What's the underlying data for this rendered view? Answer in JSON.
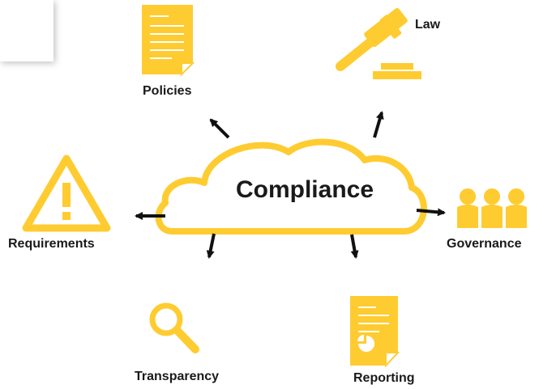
{
  "diagram": {
    "center": "Compliance",
    "nodes": [
      {
        "id": "policies",
        "label": "Policies",
        "icon": "document-icon"
      },
      {
        "id": "law",
        "label": "Law",
        "icon": "gavel-icon"
      },
      {
        "id": "governance",
        "label": "Governance",
        "icon": "people-icon"
      },
      {
        "id": "reporting",
        "label": "Reporting",
        "icon": "report-icon"
      },
      {
        "id": "transparency",
        "label": "Transparency",
        "icon": "magnifier-icon"
      },
      {
        "id": "requirements",
        "label": "Requirements",
        "icon": "warning-icon"
      }
    ]
  },
  "colors": {
    "accent": "#FECC30",
    "arrow": "#111111",
    "text": "#1a1a1a"
  }
}
